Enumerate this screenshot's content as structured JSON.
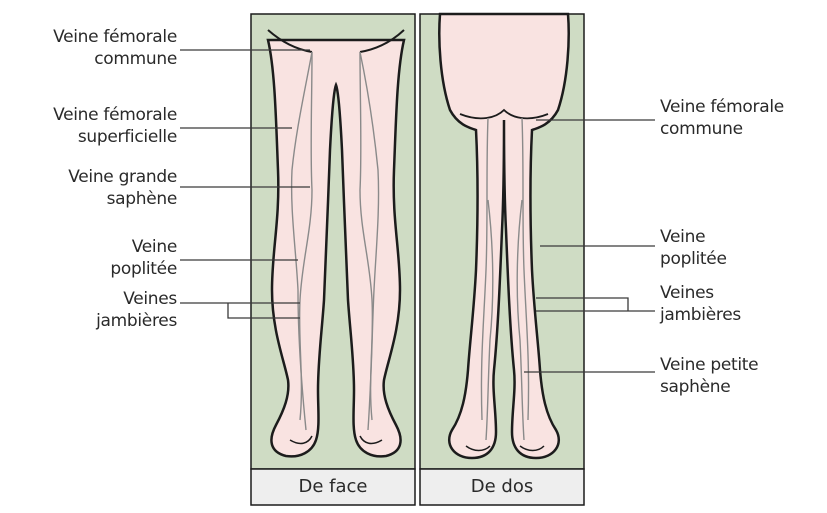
{
  "panels": {
    "front": {
      "caption": "De face"
    },
    "back": {
      "caption": "De dos"
    }
  },
  "labels_front": {
    "femorale_commune": [
      "Veine fémorale",
      "commune"
    ],
    "femorale_superficielle": [
      "Veine fémorale",
      "superficielle"
    ],
    "grande_saphene": [
      "Veine grande",
      "saphène"
    ],
    "poplitee": [
      "Veine",
      "poplitée"
    ],
    "jambieres": [
      "Veines",
      "jambières"
    ]
  },
  "labels_back": {
    "femorale_commune": [
      "Veine fémorale",
      "commune"
    ],
    "poplitee": [
      "Veine",
      "poplitée"
    ],
    "jambieres": [
      "Veines",
      "jambières"
    ],
    "petite_saphene": [
      "Veine petite",
      "saphène"
    ]
  },
  "colors": {
    "panel_bg": "#cfdcc4",
    "skin": "#f9e3e1",
    "outline": "#1c1c1c",
    "vein": "#8a8a8a",
    "caption_bg": "#eeeeee"
  }
}
